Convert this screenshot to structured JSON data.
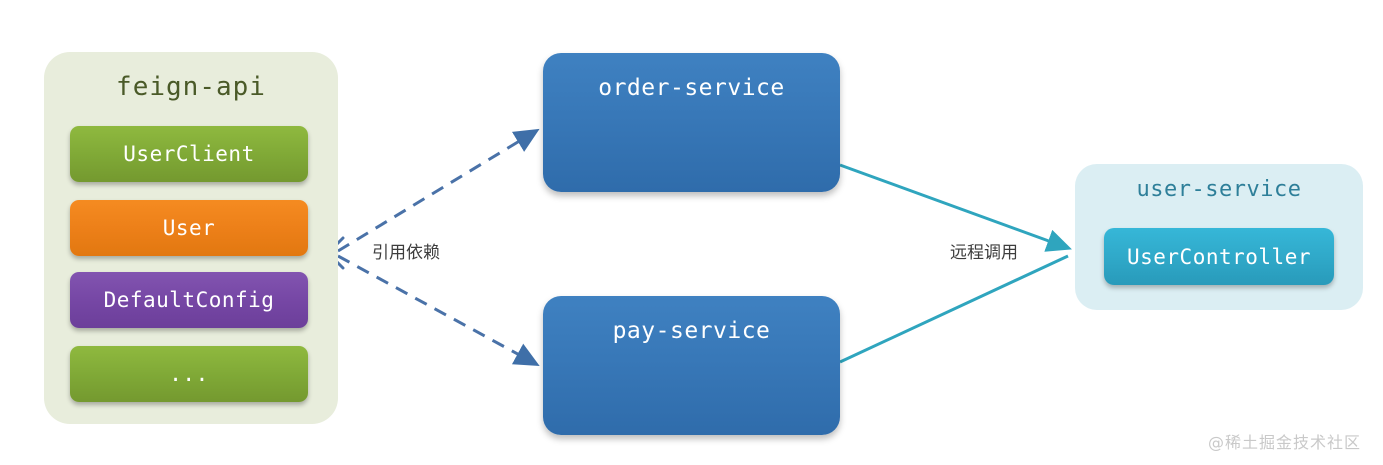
{
  "diagram": {
    "title": "feign-api shared dependency and remote invocation diagram",
    "colors": {
      "group_feign_bg": "#E8EDDC",
      "group_user_bg": "#DBEEF3",
      "chip_green": "#7FA836",
      "chip_orange": "#EC7F18",
      "chip_purple": "#7546A4",
      "service_blue": "#3878B8",
      "controller_teal": "#2FA8C8",
      "dashed_edge": "#4A72A8",
      "solid_edge": "#2FA5BE",
      "feign_title_text": "#4A5A28",
      "user_title_text": "#2E7F99",
      "edge_label_text": "#3D3D3D",
      "watermark_text": "#C9C9C9"
    }
  },
  "feign_group": {
    "title": "feign-api",
    "chips": [
      {
        "label": "UserClient",
        "color": "green"
      },
      {
        "label": "User",
        "color": "orange"
      },
      {
        "label": "DefaultConfig",
        "color": "purple"
      },
      {
        "label": "...",
        "color": "green"
      }
    ]
  },
  "services": {
    "order": {
      "label": "order-service"
    },
    "pay": {
      "label": "pay-service"
    }
  },
  "user_group": {
    "title": "user-service",
    "controller": {
      "label": "UserController"
    }
  },
  "edges": {
    "dependency": {
      "label": "引用依赖",
      "style": "dashed",
      "color": "#4A72A8",
      "from": "feign-api",
      "to": [
        "order-service",
        "pay-service"
      ]
    },
    "remote_call": {
      "label": "远程调用",
      "style": "solid",
      "color": "#2FA5BE",
      "from": [
        "order-service",
        "pay-service"
      ],
      "to": "user-service"
    }
  },
  "watermark": {
    "text": "@稀土掘金技术社区"
  }
}
